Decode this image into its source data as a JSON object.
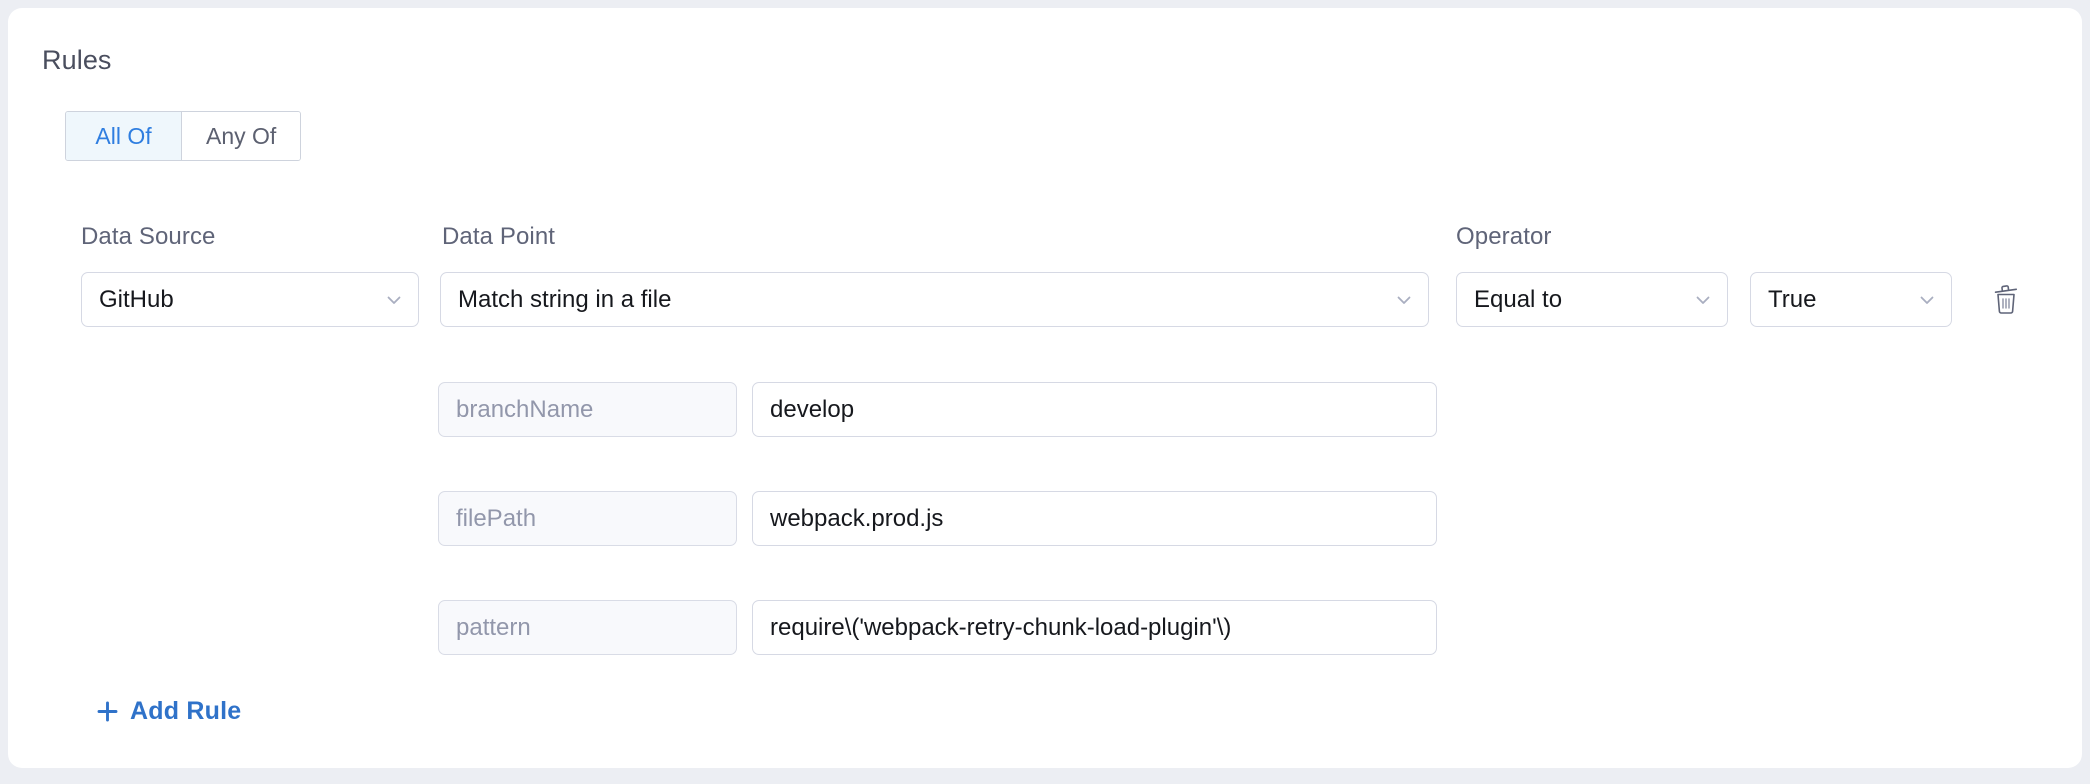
{
  "section": {
    "title": "Rules"
  },
  "match_toggle": {
    "options": [
      {
        "label": "All Of",
        "selected": true
      },
      {
        "label": "Any Of",
        "selected": false
      }
    ]
  },
  "columns": {
    "data_source_label": "Data Source",
    "data_point_label": "Data Point",
    "operator_label": "Operator"
  },
  "rule": {
    "data_source": "GitHub",
    "data_point": "Match string in a file",
    "operator": "Equal to",
    "operator_value": "True",
    "delete_icon": "trash-icon",
    "chevron_icon": "chevron-down-icon",
    "parameters": [
      {
        "key": "branchName",
        "value": "develop"
      },
      {
        "key": "filePath",
        "value": "webpack.prod.js"
      },
      {
        "key": "pattern",
        "value": "require\\('webpack-retry-chunk-load-plugin'\\)"
      }
    ]
  },
  "actions": {
    "add_rule_label": "Add Rule",
    "add_rule_icon": "plus-icon"
  },
  "colors": {
    "accent_blue": "#2f72c9",
    "toggle_active_bg": "#eff7fc",
    "toggle_active_text": "#2f7ee0",
    "label_text": "#5f6478",
    "placeholder_text": "#9297ab",
    "border": "#d6d9e4",
    "page_bg": "#eceef3",
    "card_bg": "#ffffff"
  }
}
